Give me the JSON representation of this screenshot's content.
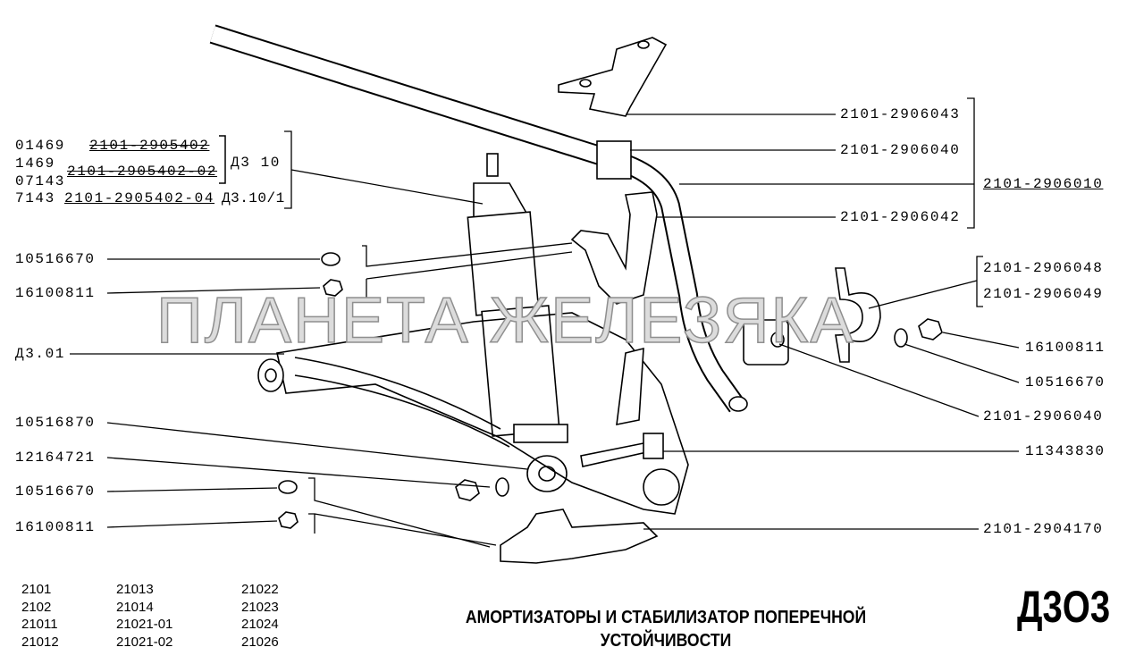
{
  "shock_absorber_group": {
    "rows": [
      {
        "code": "01469",
        "part": "2101-2905402"
      },
      {
        "code": "1469",
        "part": ""
      },
      {
        "code": "07143",
        "part": "2101-2905402-02"
      },
      {
        "code": "7143",
        "part": "2101-2905402-04"
      }
    ],
    "ref_a": "Д3 10",
    "ref_b": "Д3.10/1"
  },
  "left_labels": [
    "10516670",
    "16100811",
    "Д3.01",
    "10516870",
    "12164721",
    "10516670",
    "16100811"
  ],
  "right_labels": {
    "bracket_upper": "2101-2906043",
    "cushion_upper": "2101-2906040",
    "stabilizer_bar": "2101-2906010",
    "bracket_mid": "2101-2906042",
    "clamp_a": "2101-2906048",
    "clamp_b": "2101-2906049",
    "nut": "16100811",
    "washer": "10516670",
    "cushion_lower": "2101-2906040",
    "bolt": "11343830",
    "bracket_lower": "2101-2904170"
  },
  "models": {
    "col1": [
      "2101",
      "2102",
      "21011",
      "21012"
    ],
    "col2": [
      "21013",
      "21014",
      "21021-01",
      "21021-02"
    ],
    "col3": [
      "21022",
      "21023",
      "21024",
      "21026"
    ]
  },
  "title_line1": "АМОРТИЗАТОРЫ И СТАБИЛИЗАТОР ПОПЕРЕЧНОЙ",
  "title_line2": "УСТОЙЧИВОСТИ",
  "page_code": "Д3О3",
  "watermark": "ПЛАНЕТА ЖЕЛЕЗЯКА"
}
